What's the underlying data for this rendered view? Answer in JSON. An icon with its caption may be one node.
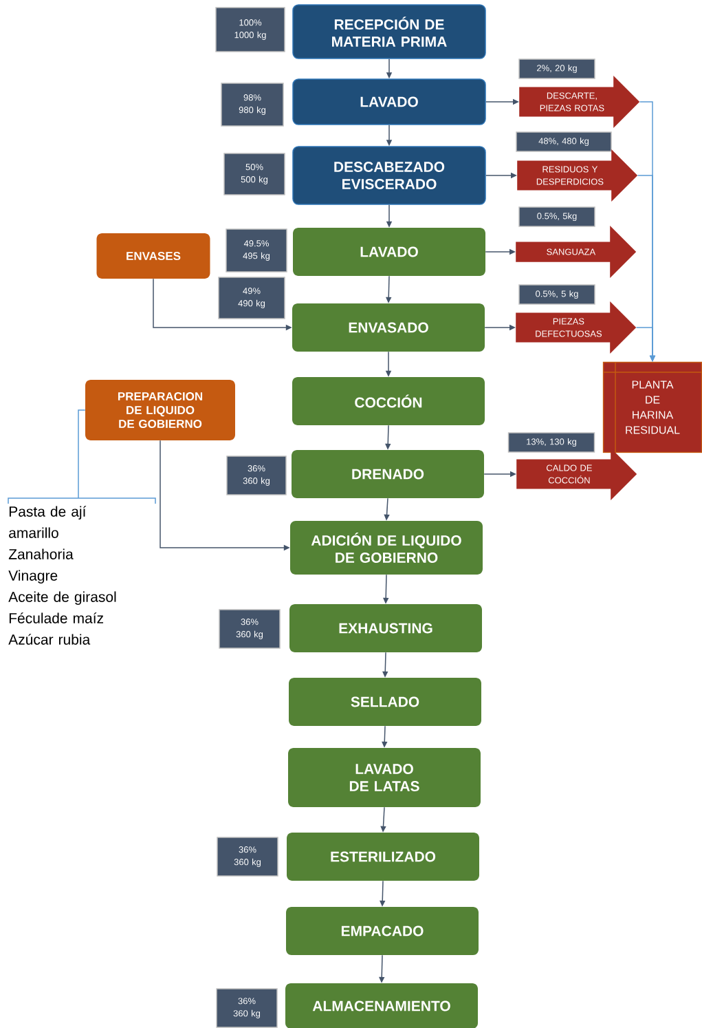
{
  "diagram": {
    "nodes": [
      {
        "text": [
          "100% 1000 kg"
        ]
      },
      {
        "text": [
          "RECEPCIÓN DE MATERIA PRIMA"
        ]
      },
      {
        "text": [
          "2%, 20 kg"
        ]
      },
      {
        "text": [
          "98% 980 kg"
        ]
      },
      {
        "text": [
          "LAVADO"
        ]
      },
      {
        "text": [
          "DESCARTE, PIEZAS ROTAS"
        ]
      },
      {
        "text": [
          "48%, 480 kg"
        ]
      },
      {
        "text": [
          "50% 500 kg"
        ]
      },
      {
        "text": [
          "DESCABEZADO EVISCERADO"
        ]
      },
      {
        "text": [
          "RESIDUOS Y DESPERDICIOS"
        ]
      },
      {
        "text": [
          "0.5%, 5kg"
        ]
      },
      {
        "text": [
          "ENVASES"
        ]
      },
      {
        "text": [
          "49.5% 495 kg"
        ]
      },
      {
        "text": [
          "LAVADO"
        ]
      },
      {
        "text": [
          "SANGUAZA"
        ]
      },
      {
        "text": [
          "0.5%, 5 kg"
        ]
      },
      {
        "text": [
          "49% 490 kg"
        ]
      },
      {
        "text": [
          "ENVASADO"
        ]
      },
      {
        "text": [
          "PIEZAS DEFECTUOSAS"
        ]
      },
      {
        "text": [
          "PLANTA DE HARINA RESIDUAL"
        ]
      },
      {
        "text": [
          "PREPARACION DE LIQUIDO DE GOBIERNO"
        ]
      },
      {
        "text": [
          "COCCIÓN"
        ]
      },
      {
        "text": [
          "13%, 130 kg"
        ]
      },
      {
        "text": [
          "36% 360 kg"
        ]
      },
      {
        "text": [
          "DRENADO"
        ]
      },
      {
        "text": [
          "CALDO DE COCCIÓN"
        ]
      },
      {
        "text": [
          "ADICIÓN DE LIQUIDO DE GOBIERNO"
        ]
      },
      {
        "text": [
          "36% 360 kg"
        ]
      },
      {
        "text": [
          "EXHAUSTING"
        ]
      },
      {
        "text": [
          "SELLADO"
        ]
      },
      {
        "text": [
          "LAVADO DE LATAS"
        ]
      },
      {
        "text": [
          "36% 360 kg"
        ]
      },
      {
        "text": [
          "ESTERILIZADO"
        ]
      },
      {
        "text": [
          "EMPACADO"
        ]
      },
      {
        "text": [
          "36% 360 kg"
        ]
      },
      {
        "text": [
          "ALMACENAMIENTO"
        ]
      },
      {
        "text": [
          "Pasta de ají amarillo",
          "Zanahoria",
          "Vinagre",
          "Aceite de girasol",
          "Féculade maíz",
          "Azúcar rubia"
        ]
      }
    ],
    "edges": [
      {
        "from": 1,
        "to": 4,
        "arrow": "to"
      },
      {
        "from": 4,
        "to": 8,
        "arrow": "to"
      },
      {
        "from": 8,
        "to": 13,
        "arrow": "to"
      },
      {
        "from": 13,
        "to": 17,
        "arrow": "to"
      },
      {
        "from": 17,
        "to": 21,
        "arrow": "to"
      },
      {
        "from": 21,
        "to": 24,
        "arrow": "to"
      },
      {
        "from": 24,
        "to": 26,
        "arrow": "to"
      },
      {
        "from": 26,
        "to": 28,
        "arrow": "to"
      },
      {
        "from": 28,
        "to": 29,
        "arrow": "to"
      },
      {
        "from": 29,
        "to": 30,
        "arrow": "to"
      },
      {
        "from": 30,
        "to": 32,
        "arrow": "to"
      },
      {
        "from": 32,
        "to": 33,
        "arrow": "to"
      },
      {
        "from": 33,
        "to": 35,
        "arrow": "to"
      },
      {
        "from": 4,
        "to": 5,
        "arrow": "to"
      },
      {
        "from": 8,
        "to": 9,
        "arrow": "to"
      },
      {
        "from": 13,
        "to": 14,
        "arrow": "to"
      },
      {
        "from": 17,
        "to": 18,
        "arrow": "to"
      },
      {
        "from": 24,
        "to": 25,
        "arrow": "to"
      },
      {
        "from": 11,
        "to": 17,
        "arrow": "to"
      },
      {
        "from": 20,
        "to": 26,
        "arrow": "to"
      },
      {
        "from": 5,
        "to": 19,
        "arrow": "to",
        "color": "#5b9bd5"
      },
      {
        "from": 9,
        "to": 19,
        "arrow": "to",
        "color": "#5b9bd5"
      },
      {
        "from": 18,
        "to": 19,
        "arrow": "to",
        "color": "#5b9bd5"
      },
      {
        "from": 20,
        "to": 36,
        "arrow": "none",
        "color": "#5b9bd5"
      }
    ]
  }
}
